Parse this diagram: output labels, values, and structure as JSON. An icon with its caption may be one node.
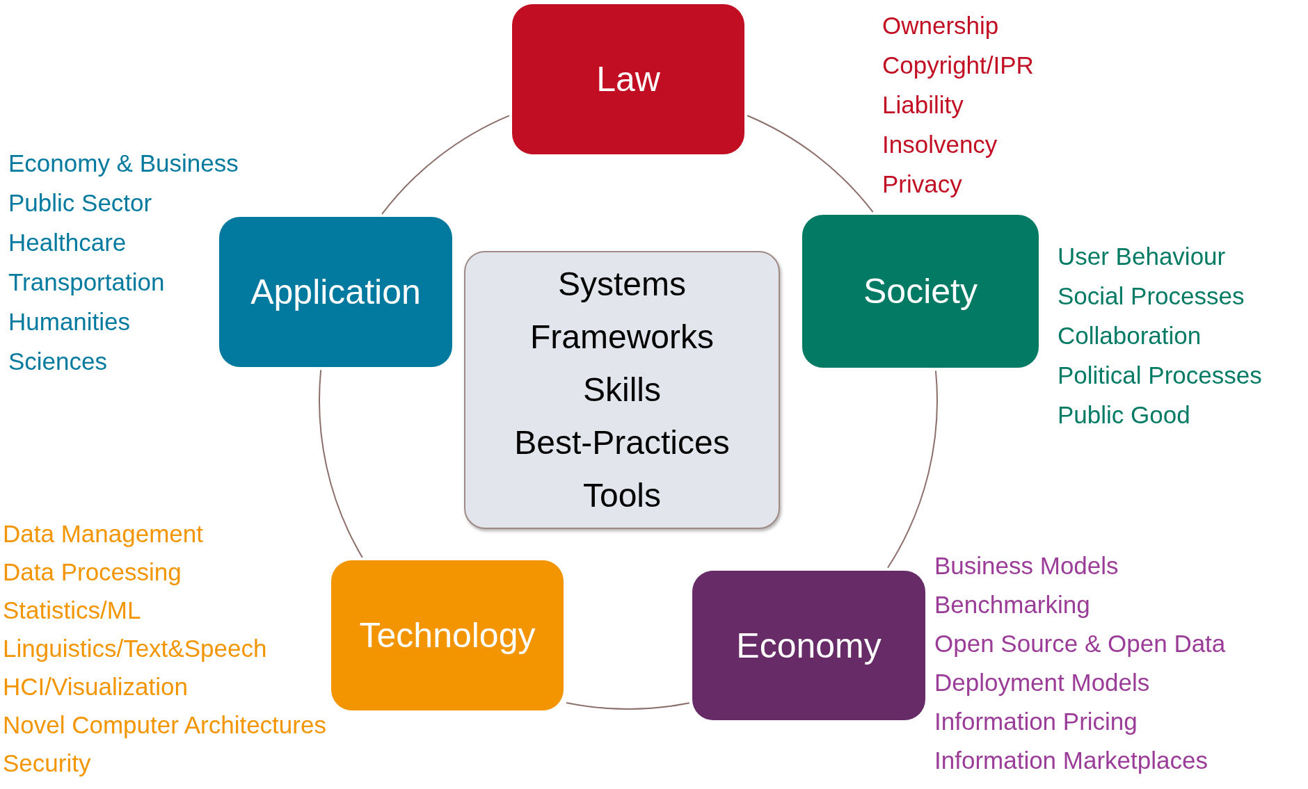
{
  "diagram": {
    "nodes": [
      {
        "text": [
          "Law"
        ],
        "beside": [
          "Ownership",
          "Copyright/IPR",
          "Liability",
          "Insolvency",
          "Privacy"
        ]
      },
      {
        "text": [
          "Application"
        ],
        "beside": [
          "Economy & Business",
          "Public Sector",
          "Healthcare",
          "Transportation",
          "Humanities",
          "Sciences"
        ]
      },
      {
        "text": [
          "Systems",
          "Frameworks",
          "Skills",
          "Best-Practices",
          "Tools"
        ]
      },
      {
        "text": [
          "Society"
        ],
        "beside": [
          "User Behaviour",
          "Social Processes",
          "Collaboration",
          "Political Processes",
          "Public Good"
        ]
      },
      {
        "text": [
          "Technology"
        ],
        "beside": [
          "Data Management",
          "Data Processing",
          "Statistics/ML",
          "Linguistics/Text&Speech",
          "HCI/Visualization",
          "Novel Computer Architectures",
          "Security"
        ]
      },
      {
        "text": [
          "Economy"
        ],
        "beside": [
          "Business Models",
          "Benchmarking",
          "Open Source & Open Data",
          "Deployment Models",
          "Information Pricing",
          "Information Marketplaces"
        ]
      }
    ],
    "edges": [
      {
        "from": 0,
        "to": 3,
        "arrow": "none"
      },
      {
        "from": 3,
        "to": 5,
        "arrow": "none"
      },
      {
        "from": 5,
        "to": 4,
        "arrow": "none"
      },
      {
        "from": 4,
        "to": 1,
        "arrow": "none"
      },
      {
        "from": 1,
        "to": 0,
        "arrow": "none"
      }
    ]
  }
}
